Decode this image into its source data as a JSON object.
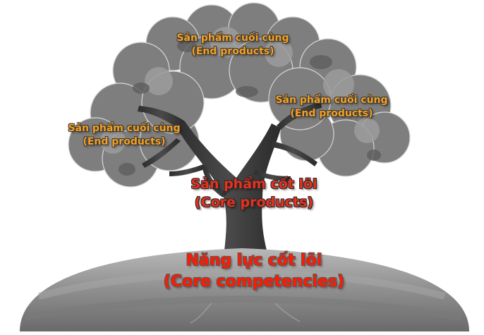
{
  "diagram": {
    "end_products_top": {
      "line1": "Sản phẩm cuối cùng",
      "line2": "(End products)"
    },
    "end_products_right": {
      "line1": "Sản phẩm cuối cùng",
      "line2": "(End products)"
    },
    "end_products_left": {
      "line1": "Sản phẩm cuối cùng",
      "line2": "(End products)"
    },
    "core_products": {
      "line1": "Sản phẩm cốt lõi",
      "line2": "(Core products)"
    },
    "core_competencies": {
      "line1": "Năng lực cốt lõi",
      "line2": "(Core competencies)"
    }
  },
  "colors": {
    "end_products_text": "#f5a020",
    "core_products_text": "#e8301e",
    "core_competencies_text": "#ff1a00",
    "foliage": "#8a8a8a",
    "trunk": "#3c3c3c",
    "ground": "#9a9a9a"
  }
}
